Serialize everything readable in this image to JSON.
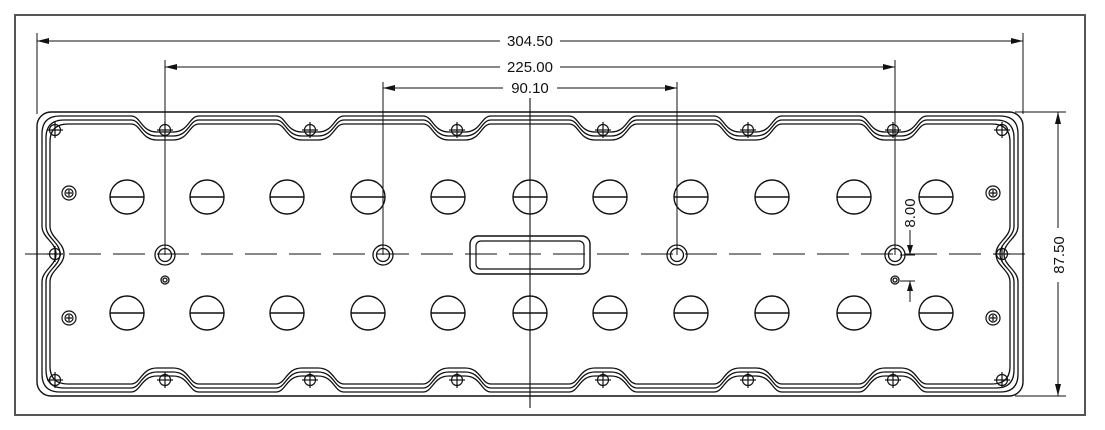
{
  "drawing": {
    "dimensions": {
      "overall_length": "304.50",
      "outer_hole_span": "225.00",
      "inner_hole_span": "90.10",
      "overall_height": "87.50",
      "hole_offset": "8.00"
    },
    "colors": {
      "line": "#111111",
      "frame": "#555555",
      "background": "#ffffff"
    }
  }
}
